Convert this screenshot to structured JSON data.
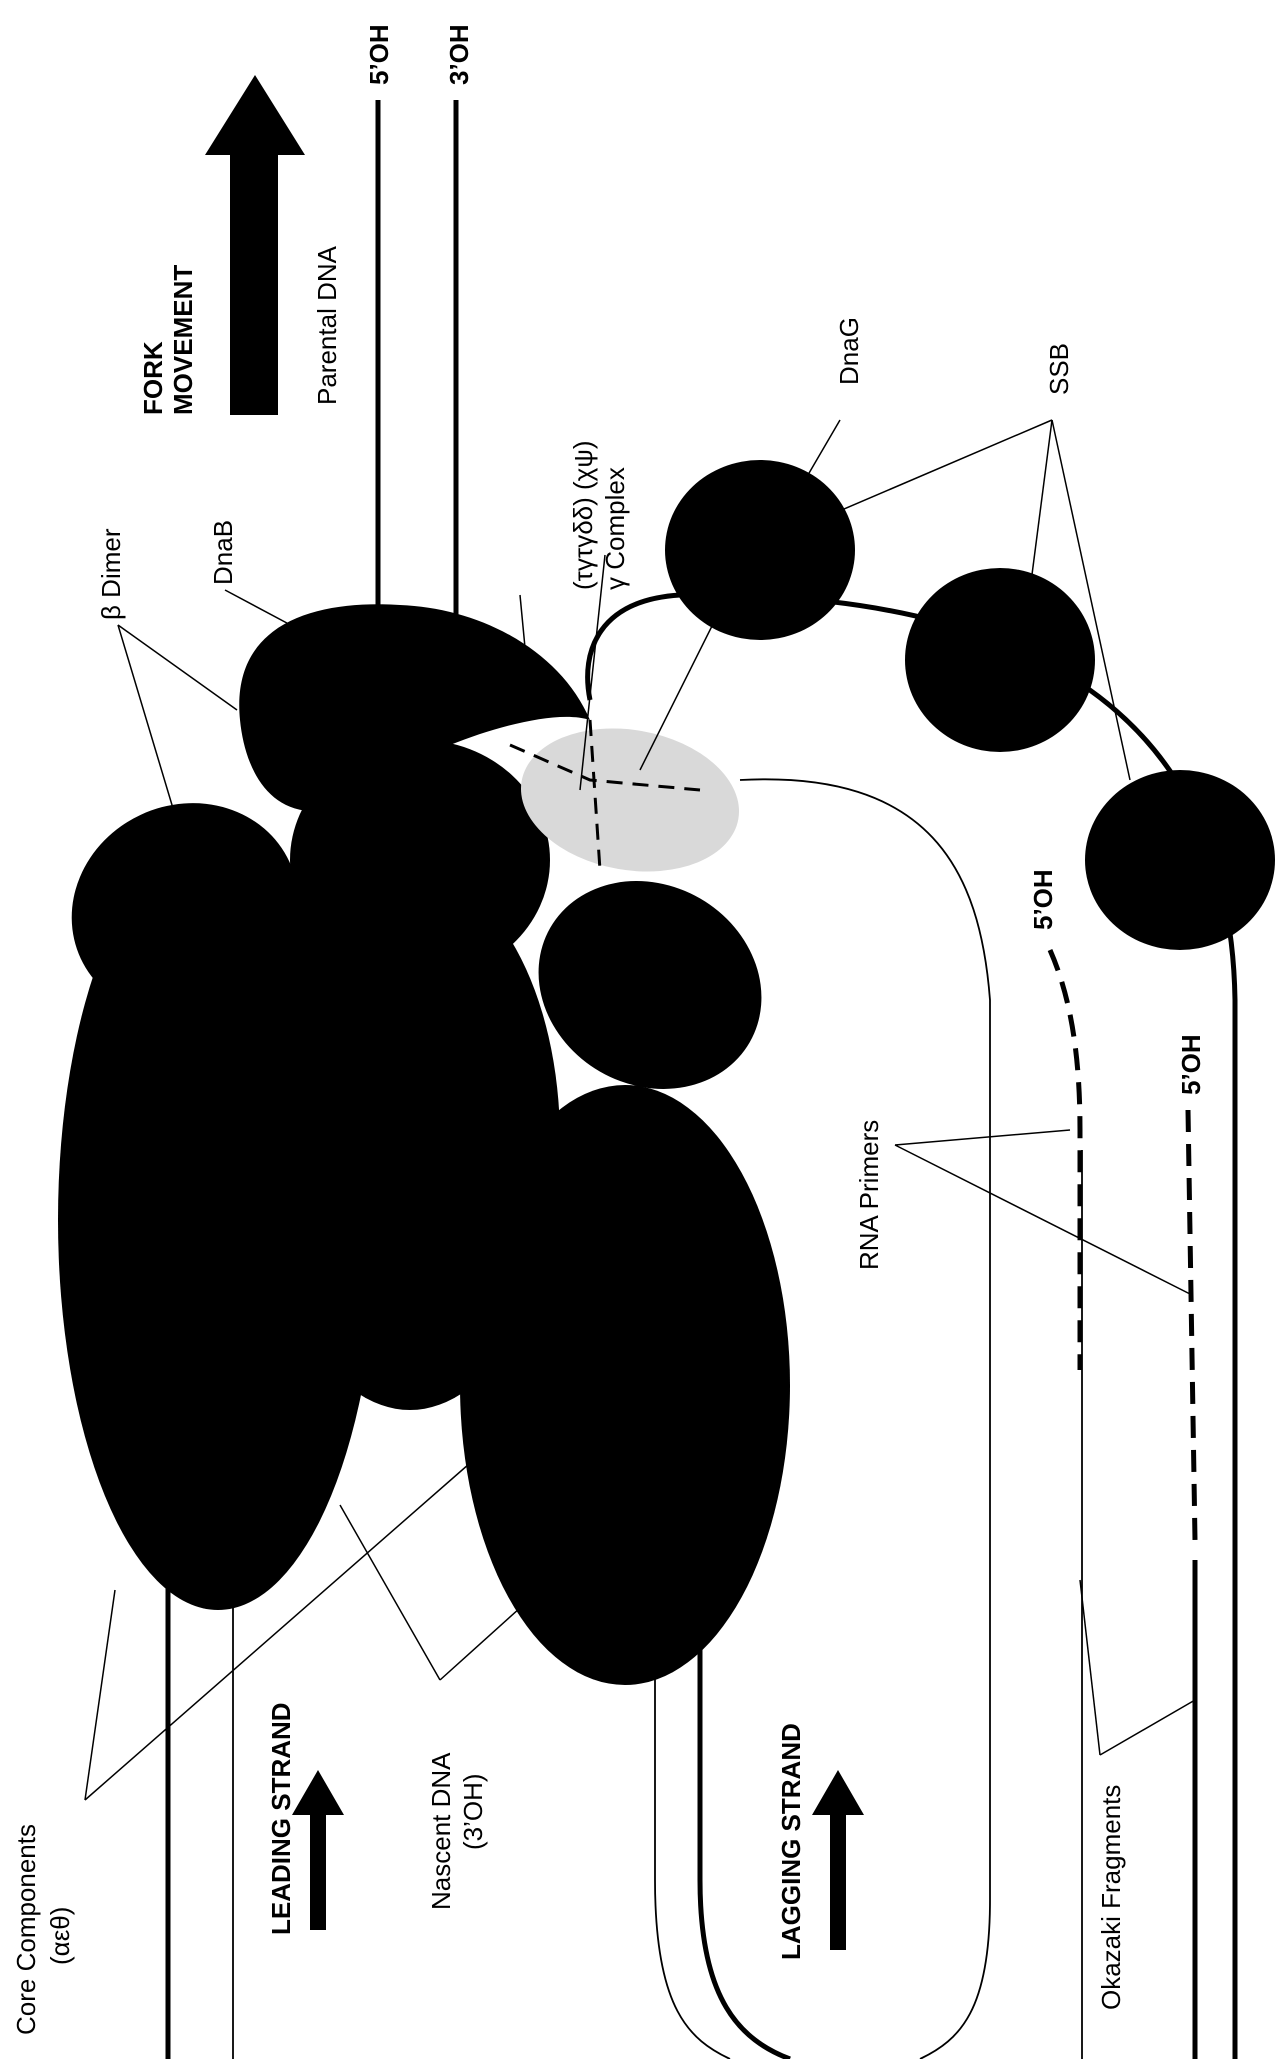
{
  "labels": {
    "fork_movement_line1": "FORK",
    "fork_movement_line2": "MOVEMENT",
    "parental_dna": "Parental DNA",
    "five_oh_top": "5’OH",
    "three_oh_top": "3’OH",
    "beta_dimer": "β Dimer",
    "dnab": "DnaB",
    "gamma_complex_line1": "(τγτγδδ) (χψ)",
    "gamma_complex_line2": "γ Complex",
    "dnag": "DnaG",
    "ssb": "SSB",
    "five_oh_primer1": "5’OH",
    "five_oh_primer2": "5’OH",
    "rna_primers": "RNA Primers",
    "okazaki_fragments": "Okazaki Fragments",
    "lagging_strand": "LAGGING STRAND",
    "leading_strand": "LEADING STRAND",
    "nascent_dna_line1": "Nascent DNA",
    "nascent_dna_line2": "(3’OH)",
    "core_components_line1": "Core Components",
    "core_components_line2": "(αεθ)"
  },
  "colors": {
    "ink": "#000000",
    "gamma_complex_fill": "#d9d9d9",
    "background": "#ffffff"
  }
}
